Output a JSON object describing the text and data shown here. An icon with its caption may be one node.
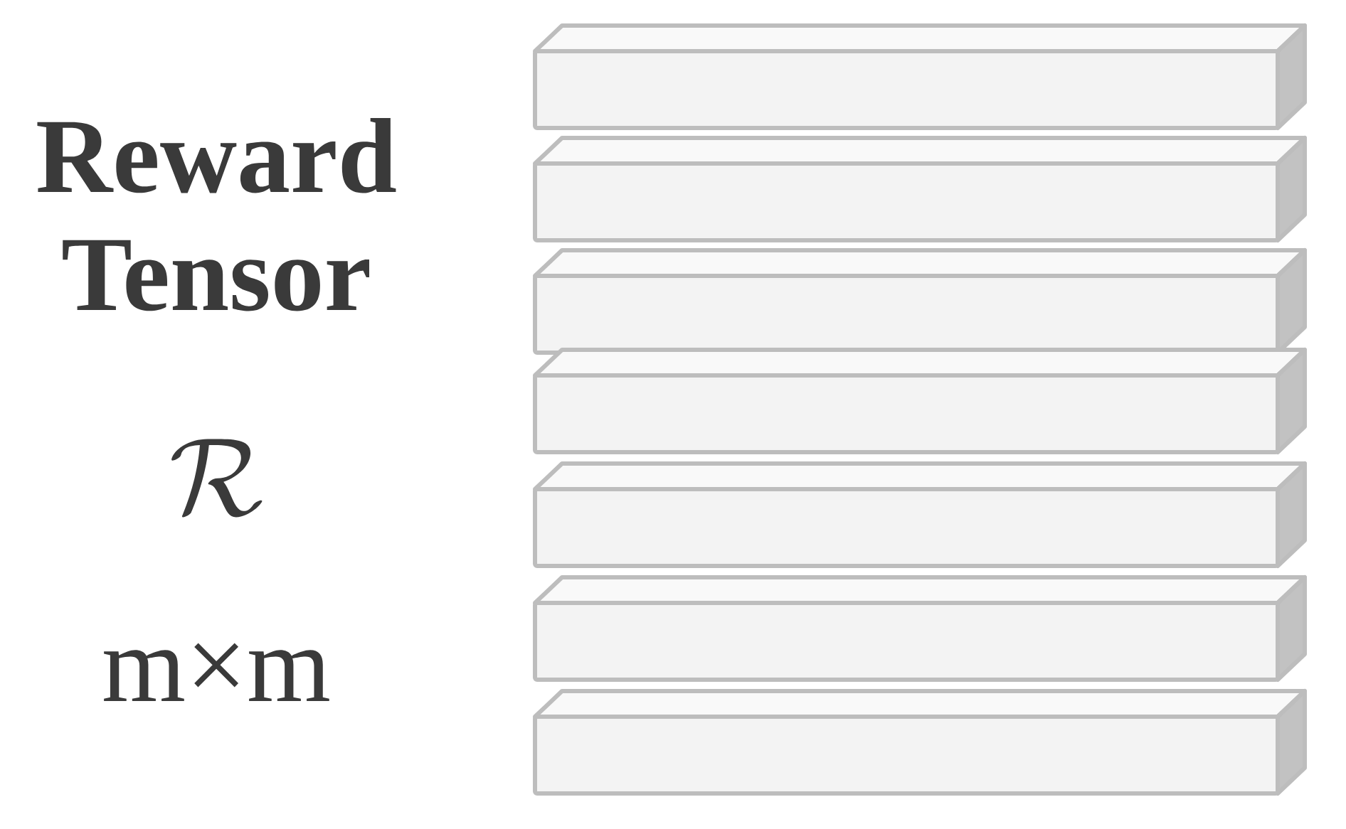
{
  "diagram": {
    "title": "Reward Tensor",
    "nodes": [
      {
        "text": [],
        "shape": "bar"
      },
      {
        "text": [],
        "shape": "bar"
      },
      {
        "text": [],
        "shape": "bar"
      },
      {
        "text": [],
        "shape": "bar"
      },
      {
        "text": [],
        "shape": "bar"
      },
      {
        "text": [],
        "shape": "bar"
      },
      {
        "text": [],
        "shape": "bar"
      }
    ],
    "labels": [
      "\\mathcal{R}",
      "m×m"
    ]
  }
}
